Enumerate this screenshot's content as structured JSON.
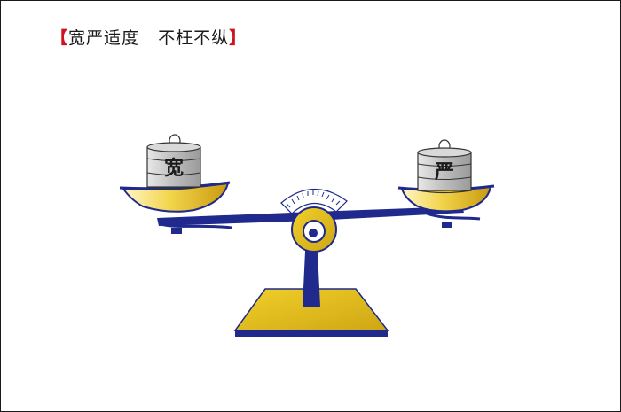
{
  "title": {
    "open_bracket": "【",
    "text_1": "宽严适度",
    "text_2": "不枉不纵",
    "close_bracket": "】"
  },
  "weights": {
    "left_label": "宽",
    "right_label": "严"
  },
  "colors": {
    "bracket_red": "#d0121b",
    "navy": "#1f2a8c",
    "gold": "#e3c21c",
    "gray_weight": "#bfbfbf",
    "frame": "#1a1a1a"
  }
}
